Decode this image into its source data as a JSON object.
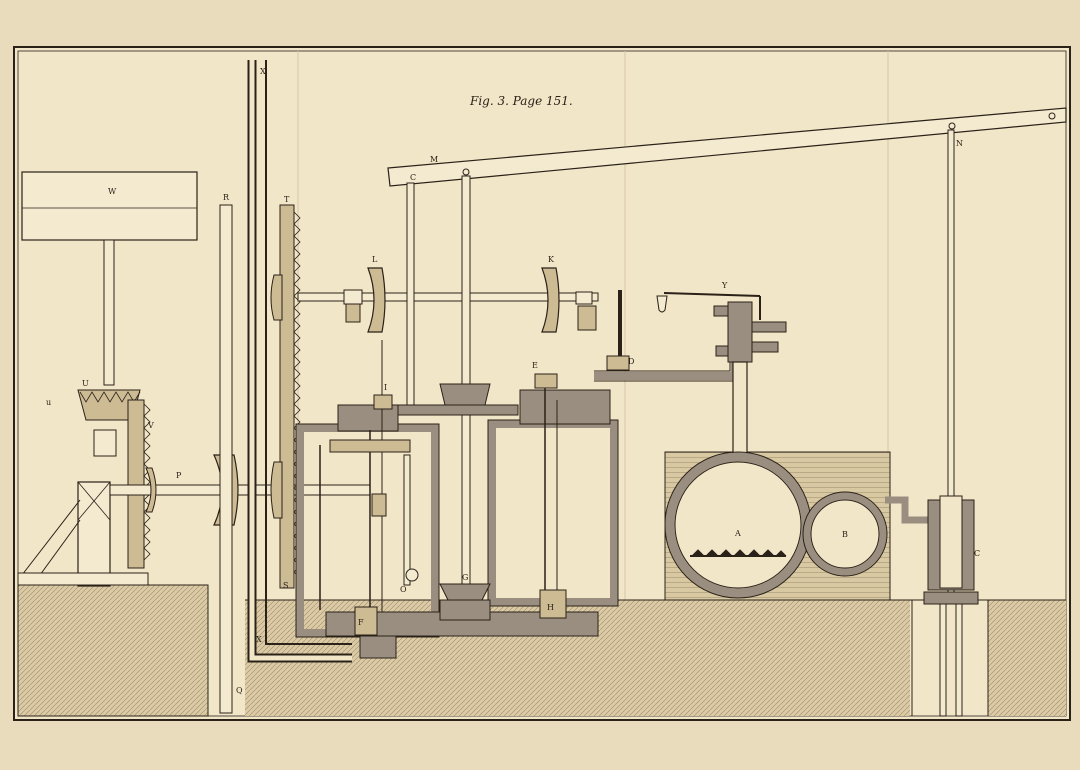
{
  "figure": {
    "caption": "Fig. 3. Page 151.",
    "colors": {
      "paper": "#e9dcbc",
      "plate": "#f1e6c8",
      "ink": "#2a2118",
      "pipe_fill": "#9a8e80",
      "ground": "#dbcaa4"
    }
  },
  "labels": {
    "W": "W",
    "R": "R",
    "X_top": "X",
    "T": "T",
    "M": "M",
    "C": "C",
    "L": "L",
    "K": "K",
    "Y": "Y",
    "N": "N",
    "D": "D",
    "E": "E",
    "I": "I",
    "U": "U",
    "V": "V",
    "P": "P",
    "A": "A",
    "B": "B",
    "C_cond": "C",
    "O": "O",
    "G": "G",
    "S": "S",
    "X_bottom": "X",
    "F": "F",
    "H": "H",
    "Q": "Q",
    "u": "u"
  }
}
